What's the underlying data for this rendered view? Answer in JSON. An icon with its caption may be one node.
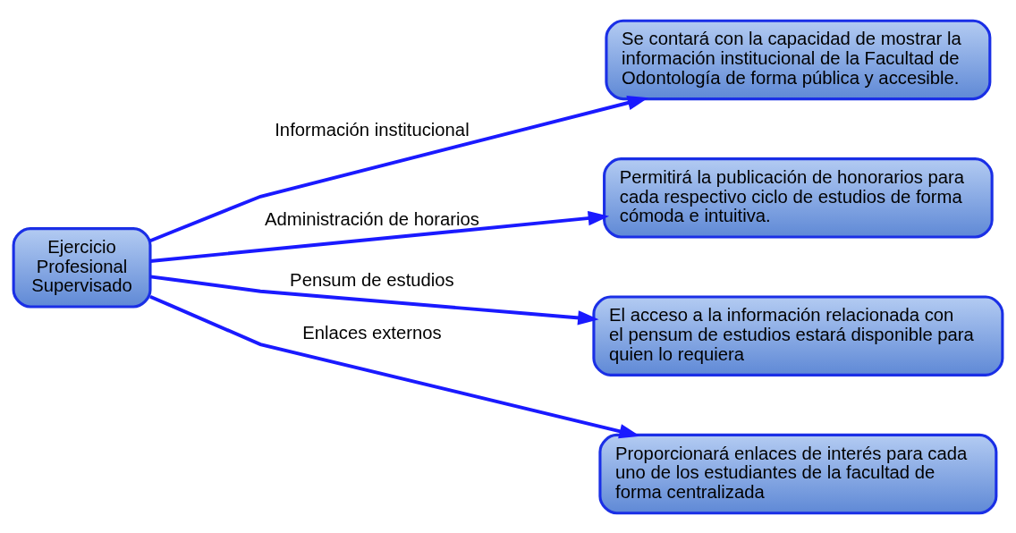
{
  "diagram": {
    "nodes": [
      {
        "text": [
          "Ejercicio Profesional Supervisado"
        ]
      },
      {
        "text": [
          "Se contará con la capacidad de mostrar la información institucional de la Facultad de Odontología de forma pública y accesible."
        ]
      },
      {
        "text": [
          "Permitirá la publicación de honorarios para cada respectivo ciclo de estudios de forma cómoda e intuitiva."
        ]
      },
      {
        "text": [
          "El acceso a la información relacionada con el pensum de estudios estará disponible para quien lo requiera"
        ]
      },
      {
        "text": [
          "Proporcionará enlaces de interés para cada uno de los estudiantes de la facultad de forma centralizada"
        ]
      }
    ],
    "edges": [
      {
        "from": 0,
        "to": 1,
        "arrow": "to",
        "label": "Información institucional"
      },
      {
        "from": 0,
        "to": 2,
        "arrow": "to",
        "label": "Administración de horarios"
      },
      {
        "from": 0,
        "to": 3,
        "arrow": "to",
        "label": "Pensum de estudios"
      },
      {
        "from": 0,
        "to": 4,
        "arrow": "to",
        "label": "Enlaces externos"
      }
    ]
  }
}
